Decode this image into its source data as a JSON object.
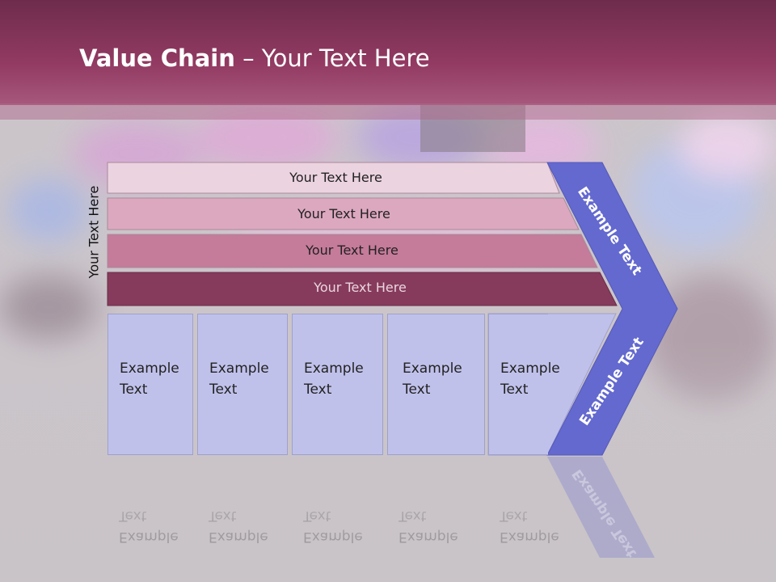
{
  "slide": {
    "title_bold": "Value Chain",
    "title_rest": " – Your Text Here",
    "vertical_label": "Your Text Here",
    "bars": [
      {
        "label": "Your Text Here",
        "color": "#ecd3e0"
      },
      {
        "label": "Your Text Here",
        "color": "#dca8bf"
      },
      {
        "label": "Your Text Here",
        "color": "#c57b9a"
      },
      {
        "label": "Your Text Here",
        "color": "#873b5c"
      }
    ],
    "cells": [
      {
        "line1": "Example",
        "line2": "Text"
      },
      {
        "line1": "Example",
        "line2": "Text"
      },
      {
        "line1": "Example",
        "line2": "Text"
      },
      {
        "line1": "Example",
        "line2": "Text"
      },
      {
        "line1": "Example",
        "line2": "Text"
      }
    ],
    "arrow_upper_label": "Example Text",
    "arrow_lower_label": "Example Text",
    "colors": {
      "header": "#8c3a62",
      "arrow": "#6469cf",
      "cell": "#c0c1eb"
    }
  }
}
